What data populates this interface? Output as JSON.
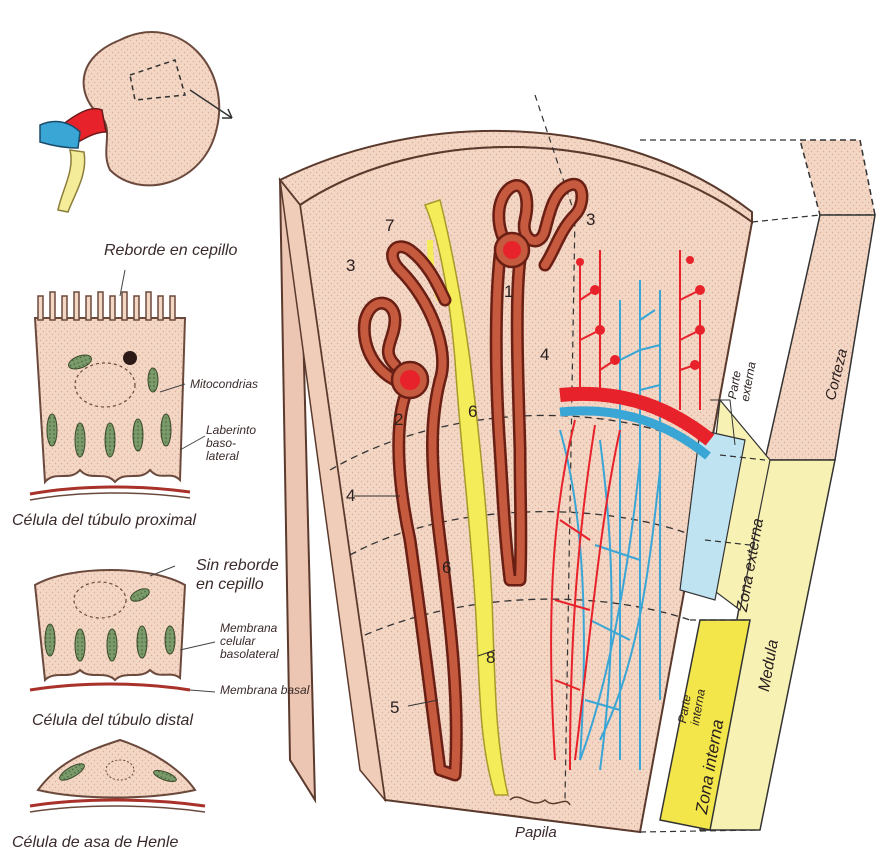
{
  "labels": {
    "reborde": "Reborde en cepillo",
    "mitocondrias": "Mitocondrias",
    "laberinto": [
      "Laberinto",
      "baso-",
      "lateral"
    ],
    "celula_proximal": "Célula del túbulo proximal",
    "sin_reborde": [
      "Sin reborde",
      "en cepillo"
    ],
    "membrana_celular": [
      "Membrana",
      "celular",
      "basolateral"
    ],
    "membrana_basal": "Membrana basal",
    "celula_distal": "Célula del túbulo distal",
    "celula_henle": "Célula de asa de Henle",
    "papila": "Papila",
    "corteza": "Corteza",
    "parte_externa": [
      "Parte",
      "externa"
    ],
    "zona_externa": "Zona externa",
    "parte_interna": [
      "Parte",
      "interna"
    ],
    "zona_interna": "Zona interna",
    "medula": "Medula"
  },
  "numbers": {
    "n7": "7",
    "n3a": "3",
    "n3b": "3",
    "n1": "1",
    "n4a": "4",
    "n2": "2",
    "n6a": "6",
    "n4b": "4",
    "n6b": "6",
    "n8": "8",
    "n5": "5"
  },
  "colors": {
    "tissue": "#f3d6c4",
    "tubule": "#b8402c",
    "collecting_duct": "#f5ec5a",
    "artery": "#e8222a",
    "vein": "#3aa6d6",
    "medulla_yellow": "#f7f2b4",
    "inner_zone_yellow": "#f2e64a"
  }
}
